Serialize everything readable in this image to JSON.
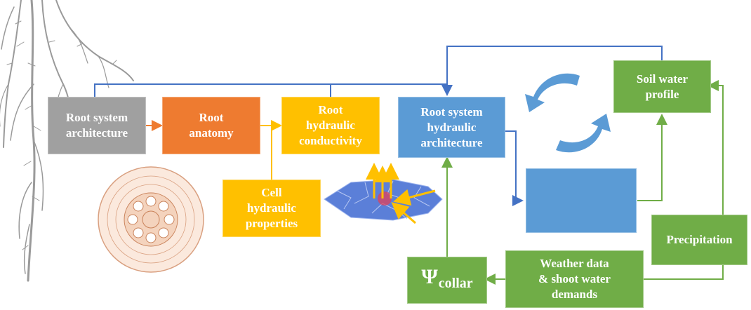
{
  "nodes": {
    "root_system_architecture": "Root system\narchitecture",
    "root_anatomy": "Root\nanatomy",
    "root_hydraulic_conductivity": "Root\nhydraulic\nconductivity",
    "cell_hydraulic_properties": "Cell\nhydraulic\nproperties",
    "root_system_hydraulic_architecture": "Root system\nhydraulic\narchitecture",
    "soil_water_profile": "Soil water\nprofile",
    "precipitation": "Precipitation",
    "weather_data": "Weather data\n& shoot water\ndemands",
    "psi_symbol": "Ψ",
    "psi_subscript": "collar",
    "empty_blue_box": ""
  },
  "colors": {
    "gray": "#a0a0a0",
    "orange": "#ee7b30",
    "yellow": "#ffc000",
    "blue": "#5b9bd5",
    "green": "#70ad47",
    "blue_line": "#4472c4",
    "cycle_arrow": "#5b9bd5",
    "root_image": "#9a9a9a",
    "cross_section": "#d9a080"
  },
  "icons": [
    "root-system-image",
    "root-cross-section-image",
    "cell-network-image",
    "cycle-arrows-icon"
  ]
}
